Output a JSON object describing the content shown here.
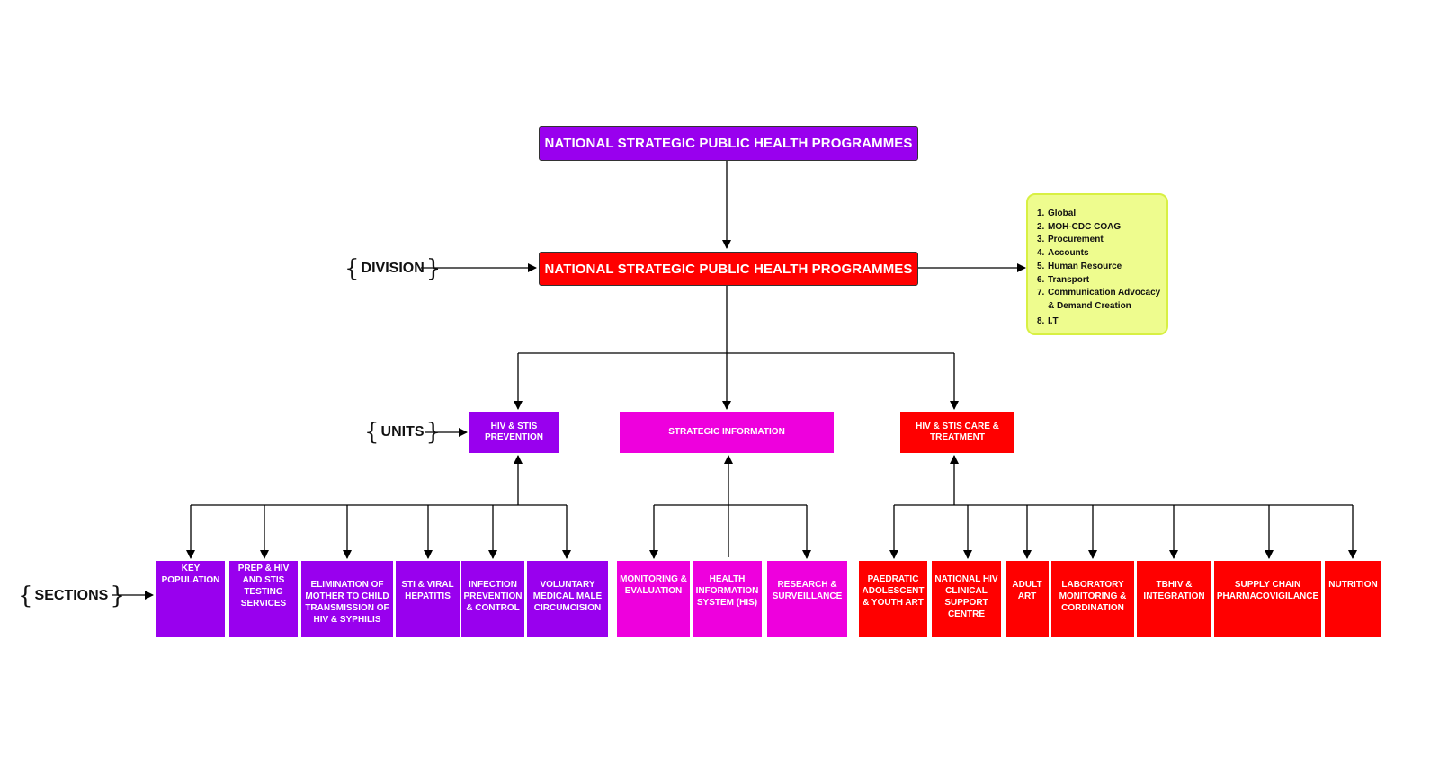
{
  "top": {
    "title": "NATIONAL STRATEGIC PUBLIC HEALTH PROGRAMMES",
    "color": "#9900ee"
  },
  "division": {
    "title": "NATIONAL STRATEGIC PUBLIC HEALTH PROGRAMMES",
    "color": "#ff0000"
  },
  "labels": {
    "division": "DIVISION",
    "units": "UNITS",
    "sections": "SECTIONS",
    "brace_open": "{",
    "brace_close": "}"
  },
  "support_list": [
    {
      "num": "1.",
      "text": "Global"
    },
    {
      "num": "2.",
      "text": "MOH-CDC COAG"
    },
    {
      "num": "3.",
      "text": "Procurement"
    },
    {
      "num": "4.",
      "text": "Accounts"
    },
    {
      "num": "5.",
      "text": "Human Resource"
    },
    {
      "num": "6.",
      "text": "Transport"
    },
    {
      "num": "7.",
      "text": "Communication Advocacy & Demand Creation"
    },
    {
      "num": "8.",
      "text": "I.T"
    }
  ],
  "colors": {
    "prevention": "#9900ee",
    "strategic": "#ee00dd",
    "care": "#ff0000",
    "note_bg": "#eefc8e",
    "note_border": "#d8f043"
  },
  "units": [
    {
      "name": "HIV & STIS PREVENTION"
    },
    {
      "name": "STRATEGIC INFORMATION"
    },
    {
      "name": "HIV & STIS CARE & TREATMENT"
    }
  ],
  "sections": {
    "prevention": [
      "KEY POPULATION",
      "PREP & HIV AND STIS TESTING SERVICES",
      "ELIMINATION OF MOTHER TO CHILD TRANSMISSION OF HIV & SYPHILIS",
      "STI & VIRAL HEPATITIS",
      "INFECTION PREVENTION & CONTROL",
      "VOLUNTARY MEDICAL MALE CIRCUMCISION"
    ],
    "strategic": [
      "MONITORING & EVALUATION",
      "HEALTH INFORMATION SYSTEM (HIS)",
      "RESEARCH & SURVEILLANCE"
    ],
    "care": [
      "PAEDRATIC ADOLESCENT & YOUTH ART",
      "NATIONAL HIV CLINICAL SUPPORT CENTRE",
      "ADULT ART",
      "LABORATORY MONITORING & CORDINATION",
      "TBHIV & INTEGRATION",
      "SUPPLY CHAIN PHARMACOVIGILANCE",
      "NUTRITION"
    ]
  }
}
